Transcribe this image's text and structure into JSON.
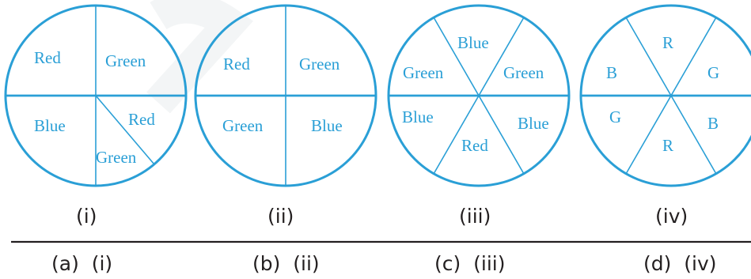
{
  "spinners": [
    {
      "caption": "(i)",
      "labels": [
        "Red",
        "Green",
        "Blue",
        "Red",
        "Green"
      ]
    },
    {
      "caption": "(ii)",
      "labels": [
        "Red",
        "Green",
        "Green",
        "Blue"
      ]
    },
    {
      "caption": "(iii)",
      "labels": [
        "Blue",
        "Green",
        "Green",
        "Blue",
        "Blue",
        "Red"
      ]
    },
    {
      "caption": "(iv)",
      "labels": [
        "R",
        "B",
        "G",
        "G",
        "B",
        "R"
      ]
    }
  ],
  "options": [
    "(a)  (i)",
    "(b)  (ii)",
    "(c)  (iii)",
    "(d)  (iv)"
  ],
  "colors": {
    "diagram": "#2a9fd6",
    "text": "#231f20"
  }
}
